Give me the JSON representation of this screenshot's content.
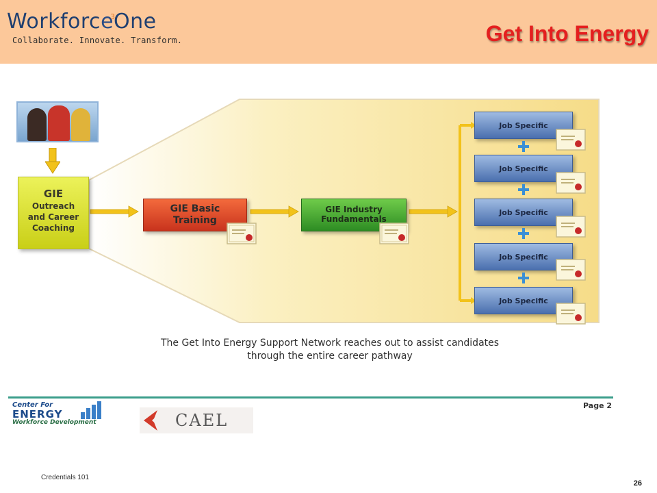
{
  "header": {
    "logo_text_before": "Workforc",
    "logo_text_after": "One",
    "logo_superscript": "3",
    "tagline": "Collaborate. Innovate. Transform.",
    "title": "Get Into Energy"
  },
  "diagram": {
    "gie_box": {
      "line1": "GIE",
      "line2": "Outreach",
      "line3": "and Career",
      "line4": "Coaching"
    },
    "basic_training": {
      "line1": "GIE Basic",
      "line2": "Training"
    },
    "industry": {
      "line1": "GIE Industry",
      "line2": "Fundamentals"
    },
    "job_boxes": [
      "Job Specific",
      "Job Specific",
      "Job Specific",
      "Job Specific",
      "Job Specific"
    ],
    "caption_line1": "The Get Into Energy Support Network reaches out to assist candidates",
    "caption_line2": "through the entire career pathway"
  },
  "footer_image": {
    "center_line1": "Center For",
    "center_line2": "ENERGY",
    "center_line3": "Workforce Development",
    "cael": "CAEL",
    "page": "Page 2"
  },
  "footer": {
    "credentials": "Credentials 101",
    "slide_number": "26"
  },
  "colors": {
    "header_bg": "#fcc89a",
    "title": "#e41f1f",
    "gie_yellow": "#d8de25",
    "basic_red": "#d9421f",
    "industry_green": "#3e9e2e",
    "job_blue": "#6d8fc8"
  }
}
